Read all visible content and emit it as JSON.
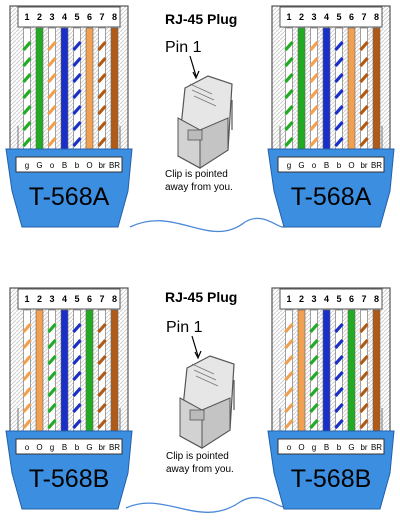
{
  "top": {
    "plug_title": "RJ-45 Plug",
    "pin_label": "Pin 1",
    "note_line1": "Clip is pointed",
    "note_line2": "away from you.",
    "standard": "T-568A",
    "pins": [
      "1",
      "2",
      "3",
      "4",
      "5",
      "6",
      "7",
      "8"
    ],
    "codes": [
      "g",
      "G",
      "o",
      "B",
      "b",
      "O",
      "br",
      "BR"
    ],
    "wires": [
      {
        "base": "#ffffff",
        "stripe": "#22aa22"
      },
      {
        "base": "#22aa22",
        "stripe": null
      },
      {
        "base": "#ffffff",
        "stripe": "#f0a050"
      },
      {
        "base": "#1a2ec8",
        "stripe": null
      },
      {
        "base": "#ffffff",
        "stripe": "#1a2ec8"
      },
      {
        "base": "#f0a050",
        "stripe": null
      },
      {
        "base": "#ffffff",
        "stripe": "#b05a18"
      },
      {
        "base": "#b05a18",
        "stripe": null
      }
    ]
  },
  "bottom": {
    "plug_title": "RJ-45 Plug",
    "pin_label": "Pin 1",
    "note_line1": "Clip is pointed",
    "note_line2": "away from you.",
    "standard": "T-568B",
    "pins": [
      "1",
      "2",
      "3",
      "4",
      "5",
      "6",
      "7",
      "8"
    ],
    "codes": [
      "o",
      "O",
      "g",
      "B",
      "b",
      "G",
      "br",
      "BR"
    ],
    "wires": [
      {
        "base": "#ffffff",
        "stripe": "#f0a050"
      },
      {
        "base": "#f0a050",
        "stripe": null
      },
      {
        "base": "#ffffff",
        "stripe": "#22aa22"
      },
      {
        "base": "#1a2ec8",
        "stripe": null
      },
      {
        "base": "#ffffff",
        "stripe": "#1a2ec8"
      },
      {
        "base": "#22aa22",
        "stripe": null
      },
      {
        "base": "#ffffff",
        "stripe": "#b05a18"
      },
      {
        "base": "#b05a18",
        "stripe": null
      }
    ]
  },
  "colors": {
    "boot": "#3b8ee0",
    "cable": "#4a88d8",
    "plug_outline": "#555555"
  }
}
